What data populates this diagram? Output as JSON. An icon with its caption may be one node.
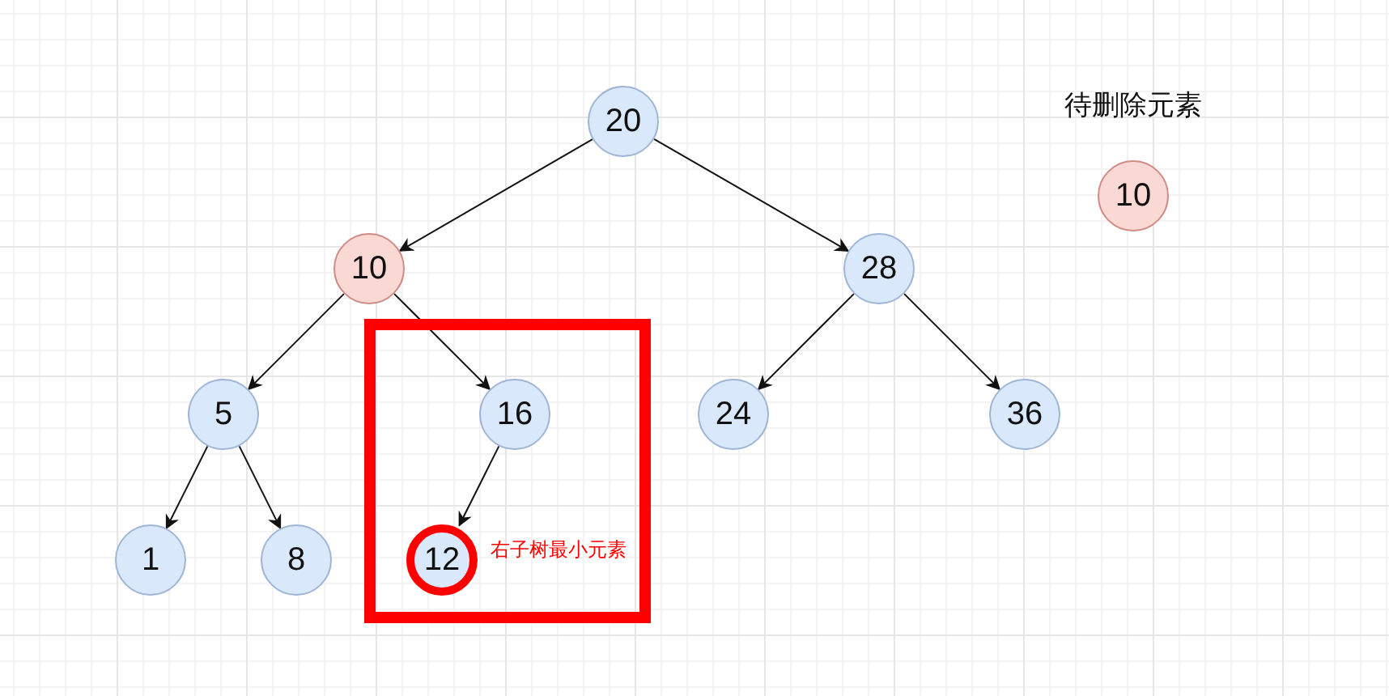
{
  "diagram": {
    "nodes": [
      {
        "text": [
          "20"
        ]
      },
      {
        "text": [
          "待删除元素",
          "10"
        ]
      },
      {
        "text": [
          "10"
        ]
      },
      {
        "text": [
          "28"
        ]
      },
      {
        "text": [
          "5"
        ]
      },
      {
        "text": [],
        "shape": "box"
      },
      {
        "text": [
          "16"
        ],
        "in": 5
      },
      {
        "text": [
          "24"
        ]
      },
      {
        "text": [
          "36"
        ]
      },
      {
        "text": [
          "1"
        ]
      },
      {
        "text": [
          "8"
        ]
      },
      {
        "text": [
          "12"
        ],
        "in": 5,
        "beside": [
          "右子树最小元素"
        ]
      }
    ],
    "edges": [
      {
        "from": 0,
        "to": 2,
        "arrow": "to"
      },
      {
        "from": 0,
        "to": 3,
        "arrow": "to"
      },
      {
        "from": 2,
        "to": 4,
        "arrow": "to"
      },
      {
        "from": 2,
        "to": 6,
        "arrow": "to"
      },
      {
        "from": 3,
        "to": 7,
        "arrow": "to"
      },
      {
        "from": 3,
        "to": 8,
        "arrow": "to"
      },
      {
        "from": 4,
        "to": 9,
        "arrow": "to"
      },
      {
        "from": 4,
        "to": 10,
        "arrow": "to"
      },
      {
        "from": 6,
        "to": 11,
        "arrow": "to"
      }
    ]
  }
}
